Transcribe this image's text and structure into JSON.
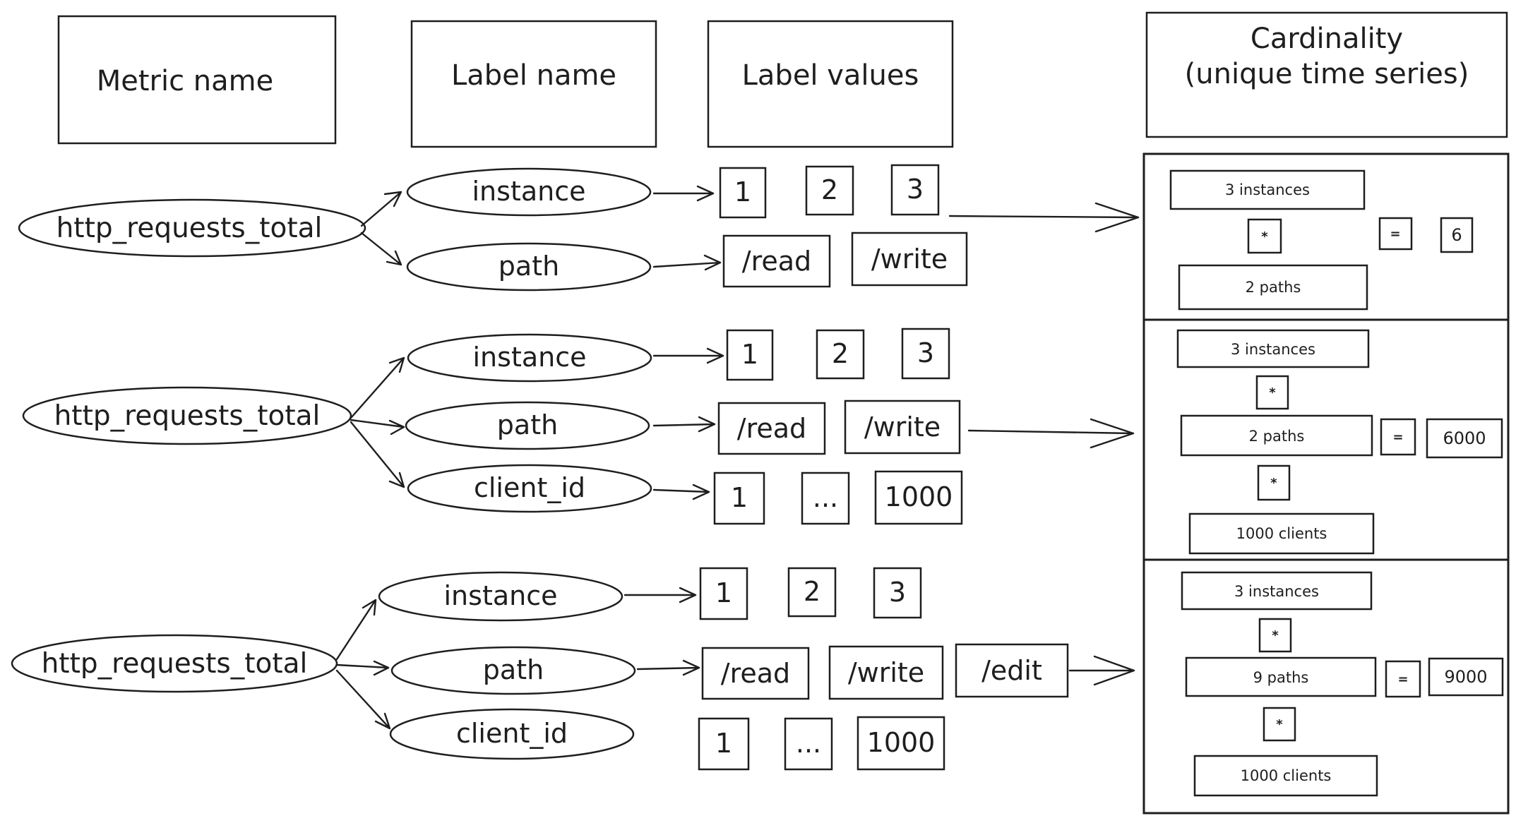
{
  "headers": {
    "metric_name": "Metric name",
    "label_name": "Label name",
    "label_values": "Label values",
    "cardinality_line1": "Cardinality",
    "cardinality_line2": "(unique time series)"
  },
  "rows": [
    {
      "metric": "http_requests_total",
      "labels": [
        "instance",
        "path"
      ],
      "instance_values": [
        "1",
        "2",
        "3"
      ],
      "path_values": [
        "/read",
        "/write"
      ],
      "calc": {
        "instances": "3 instances",
        "op1": "*",
        "paths": "2 paths",
        "equals": "=",
        "result": "6"
      }
    },
    {
      "metric": "http_requests_total",
      "labels": [
        "instance",
        "path",
        "client_id"
      ],
      "instance_values": [
        "1",
        "2",
        "3"
      ],
      "path_values": [
        "/read",
        "/write"
      ],
      "client_values": [
        "1",
        "...",
        "1000"
      ],
      "calc": {
        "instances": "3 instances",
        "op1": "*",
        "paths": "2 paths",
        "equals": "=",
        "result": "6000",
        "op2": "*",
        "clients": "1000 clients"
      }
    },
    {
      "metric": "http_requests_total",
      "labels": [
        "instance",
        "path",
        "client_id"
      ],
      "instance_values": [
        "1",
        "2",
        "3"
      ],
      "path_values": [
        "/read",
        "/write",
        "/edit"
      ],
      "client_values": [
        "1",
        "...",
        "1000"
      ],
      "calc": {
        "instances": "3 instances",
        "op1": "*",
        "paths": "9 paths",
        "equals": "=",
        "result": "9000",
        "op2": "*",
        "clients": "1000 clients"
      }
    }
  ]
}
